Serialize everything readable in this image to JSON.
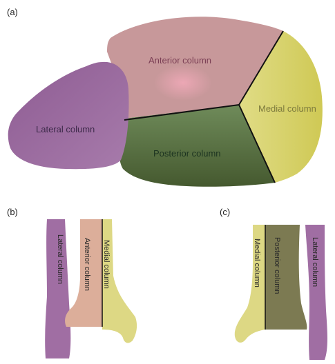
{
  "panels": {
    "a": "(a)",
    "b": "(b)",
    "c": "(c)"
  },
  "panel_a": {
    "anterior": "Anterior column",
    "medial": "Medial column",
    "lateral": "Lateral column",
    "posterior": "Posterior column"
  },
  "panel_b": {
    "lateral": "Lateral column",
    "anterior": "Anterior column",
    "medial": "Medial column"
  },
  "panel_c": {
    "medial": "Medial column",
    "posterior": "Posterior column",
    "lateral": "Lateral column"
  },
  "colors": {
    "anterior": "#c99a9a",
    "medial": "#d9d46a",
    "lateral": "#9c6a9e",
    "posterior": "#5e7548"
  }
}
